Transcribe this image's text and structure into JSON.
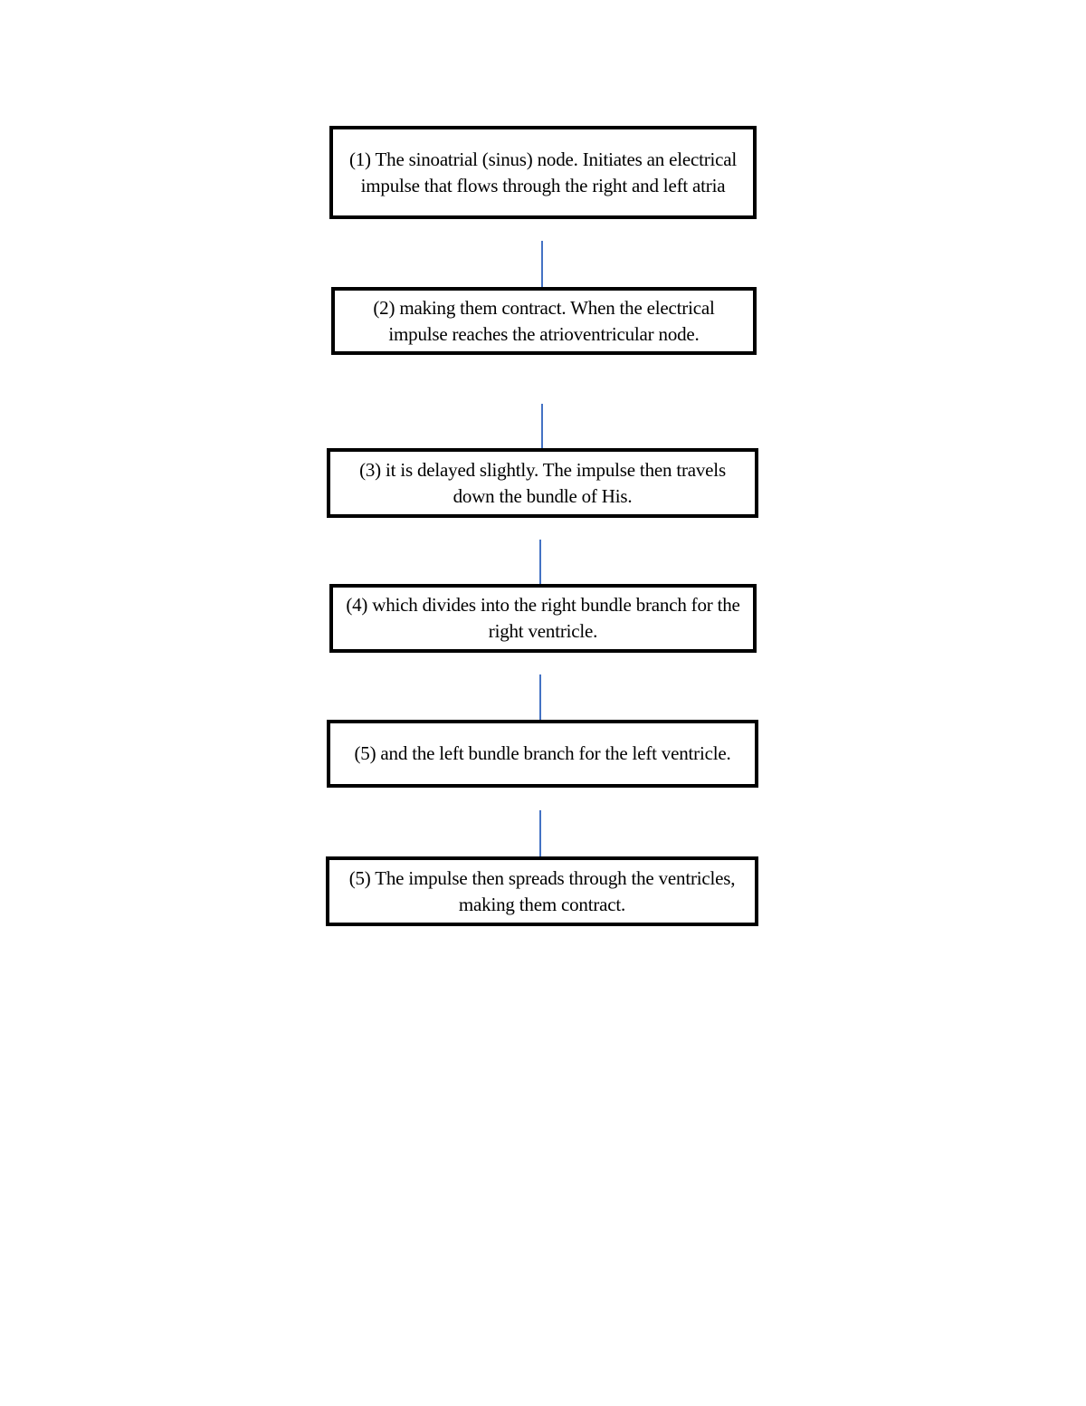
{
  "flowchart": {
    "connector_color": "#4472c4",
    "border_color": "#000000",
    "steps": [
      {
        "label": "(1) The sinoatrial (sinus) node. Initiates an electrical impulse that flows through the right and left atria"
      },
      {
        "label": "(2) making them contract. When the electrical impulse reaches the atrioventricular node."
      },
      {
        "label": "(3) it is delayed slightly. The impulse then travels down the bundle of His."
      },
      {
        "label": "(4) which divides into the right bundle branch for the right ventricle."
      },
      {
        "label": "(5) and the left bundle branch for the left ventricle."
      },
      {
        "label": "(5) The impulse then spreads through the ventricles, making them contract."
      }
    ]
  }
}
